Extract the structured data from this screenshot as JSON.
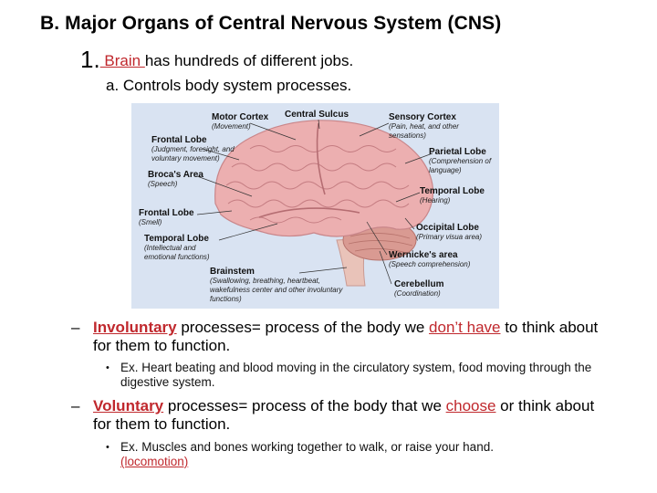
{
  "title": "B. Major Organs of Central Nervous System (CNS)",
  "point1": {
    "number": "1.",
    "blank": " Brain ",
    "rest": "has hundreds of different jobs.",
    "sub_a": "a. Controls body system processes."
  },
  "figure_labels": {
    "motor_cortex": "Motor Cortex",
    "motor_cortex_desc": "(Movement)",
    "central_sulcus": "Central Sulcus",
    "sensory_cortex": "Sensory Cortex",
    "sensory_cortex_desc": "(Pain, heat, and other sensations)",
    "frontal_lobe": "Frontal Lobe",
    "frontal_lobe_desc": "(Judgment, foresight, and voluntary movement)",
    "parietal_lobe": "Parietal Lobe",
    "parietal_lobe_desc": "(Comprehension of language)",
    "brocas_area": "Broca's Area",
    "brocas_area_desc": "(Speech)",
    "temporal_lobe_r": "Temporal Lobe",
    "temporal_lobe_r_desc": "(Hearing)",
    "frontal_lobe2": "Frontal Lobe",
    "frontal_lobe2_desc": "(Smell)",
    "occipital_lobe": "Occipital Lobe",
    "occipital_lobe_desc": "(Primary visua area)",
    "temporal_lobe_l": "Temporal Lobe",
    "temporal_lobe_l_desc": "(Intellectual and emotional functions)",
    "wernickes_area": "Wernicke's area",
    "wernickes_area_desc": "(Speech comprehension)",
    "brainstem": "Brainstem",
    "brainstem_desc": "(Swallowing, breathing, heartbeat, wakefulness center and other involuntary functions)",
    "cerebellum": "Cerebellum",
    "cerebellum_desc": "(Coordination)"
  },
  "involuntary": {
    "dash": "–",
    "term": "Involuntary",
    "text1": " processes= process of the body we ",
    "emph": "don’t have",
    "text2": " to think about for them to function.",
    "example": "Ex. Heart beating and blood moving in the circulatory system, food moving through the digestive system."
  },
  "voluntary": {
    "dash": "–",
    "term": "Voluntary",
    "text1": " processes= process of the body that we ",
    "emph": "choose",
    "text2": " or think about for them to function.",
    "example": "Ex. Muscles and bones working together to walk, or raise your hand.",
    "example_term": "(locomotion)"
  },
  "bullet_symbol": "•",
  "colors": {
    "accent_red": "#c0282d",
    "figure_bg": "#d9e3f2",
    "brain_pink": "#e8a7a8"
  }
}
